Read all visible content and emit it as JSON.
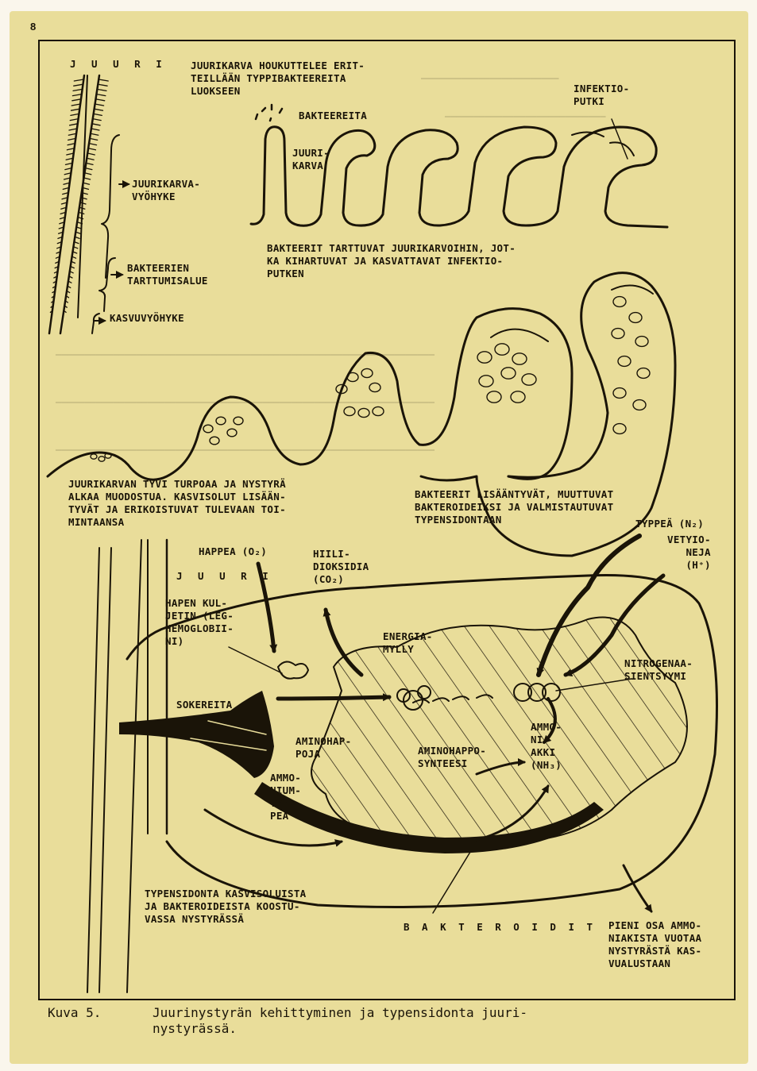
{
  "page_number": "8",
  "top": {
    "root_title": "J U U R I",
    "attracts": "JUURIKARVA HOUKUTTELEE ERIT-\nTEILLÄÄN TYPPIBAKTEEREITA\nLUOKSEEN",
    "bacteria": "BAKTEEREITA",
    "root_hair": "JUURI-\nKARVA",
    "infection_tube": "INFEKTIO-\nPUTKI",
    "root_hair_zone": "JUURIKARVA-\nVYÖHYKE",
    "attachment_area": "BAKTEERIEN\nTARTTUMISALUE",
    "growth_zone": "KASVUVYÖHYKE",
    "bacteria_attach": "BAKTEERIT TARTTUVAT JUURIKARVOIHIN, JOT-\nKA KIHARTUVAT JA KASVATTAVAT INFEKTIO-\nPUTKEN"
  },
  "middle": {
    "swelling": "JUURIKARVAN TYVI TURPOAA JA NYSTYRÄ\nALKAA MUODOSTUA. KASVISOLUT LISÄÄN-\nTYVÄT JA ERIKOISTUVAT TULEVAAN TOI-\nMINTAANSA",
    "bacteroids_form": "BAKTEERIT LISÄÄNTYVÄT, MUUTTUVAT\nBAKTEROIDEIKSI JA VALMISTAUTUVAT\nTYPENSIDONTAAN"
  },
  "bottom": {
    "nitrogen": "TYPPEÄ (N₂)",
    "hydrogen": "VETYIO-\nNEJA\n(H⁺)",
    "oxygen": "HAPPEA (O₂)",
    "co2": "HIILI-\nDIOKSIDIA\n(CO₂)",
    "root": "J U U R I",
    "leghemoglobin": "HAPEN KUL-\nJETIN (LEG-\nHEMOGLOBII-\nNI)",
    "energy_mill": "ENERGIA-\nMYLLY",
    "nitrogenase": "NITROGENAA-\nSIENTSYYMI",
    "sugars": "SOKEREITA",
    "amino_acids": "AMINOHAP-\nPOJA",
    "aa_synthesis": "AMINOHAPPO-\nSYNTEESI",
    "ammonia": "AMMO-\nNI-\nAKKI\n(NH₃)",
    "ammonium": "AMMO-\nNIUM-\nTYP-\nPEA",
    "fixation": "TYPENSIDONTA KASVISOLUISTA\nJA BAKTEROIDEISTA KOOSTU-\nVASSA NYSTYRÄSSÄ",
    "bacteroids": "B A K T E R O I D I T",
    "leak": "PIENI OSA AMMO-\nNIAKISTA VUOTAA\nNYSTYRÄSTÄ KAS-\nVUALUSTAAN"
  },
  "caption": {
    "label": "Kuva 5.",
    "text": "Juurinystyrän kehittyminen ja typensidonta juuri-\nnystyrässä."
  }
}
